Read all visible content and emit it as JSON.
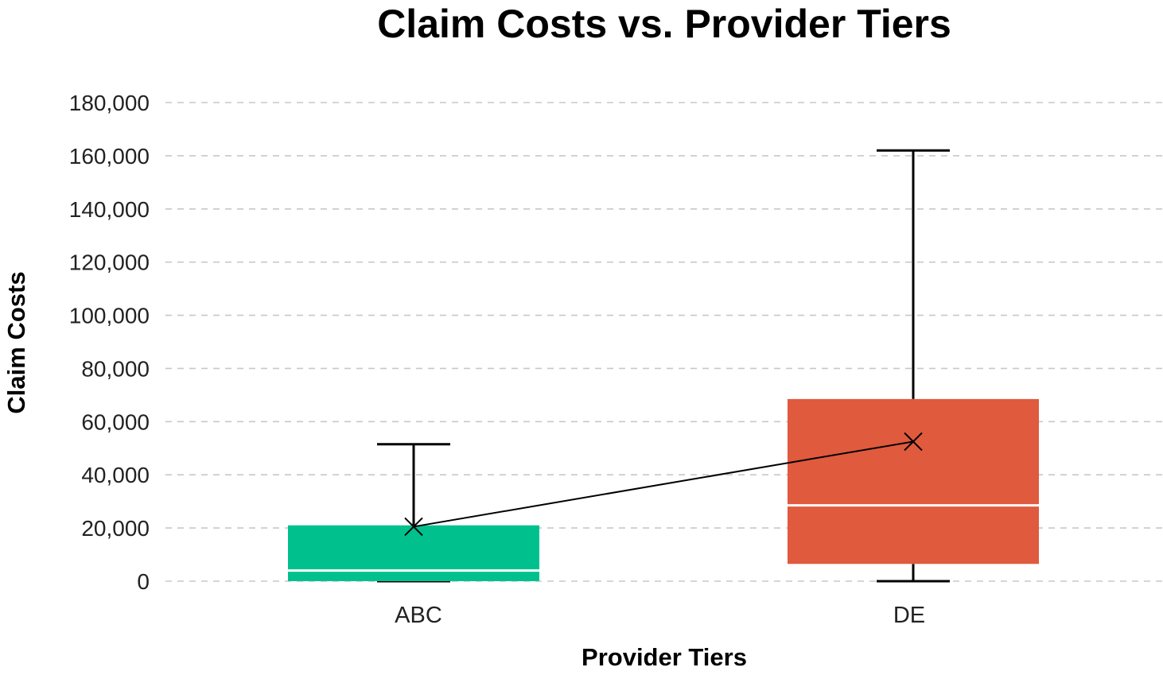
{
  "chart_data": {
    "type": "box",
    "title": "Claim Costs vs. Provider Tiers",
    "xlabel": "Provider Tiers",
    "ylabel": "Claim Costs",
    "ylim": [
      0,
      180000
    ],
    "yticks": [
      0,
      20000,
      40000,
      60000,
      80000,
      100000,
      120000,
      140000,
      160000,
      180000
    ],
    "ytick_labels": [
      "0",
      "20,000",
      "40,000",
      "60,000",
      "80,000",
      "100,000",
      "120,000",
      "140,000",
      "160,000",
      "180,000"
    ],
    "grid": "horizontal dashed",
    "categories": [
      "ABC",
      "DE"
    ],
    "boxes": [
      {
        "category": "ABC",
        "min": 0,
        "q1": 0,
        "median": 4000,
        "q3": 21000,
        "max": 51500,
        "mean": 20500,
        "color": "#00c18e"
      },
      {
        "category": "DE",
        "min": 0,
        "q1": 6500,
        "median": 28500,
        "q3": 68500,
        "max": 162000,
        "mean": 52500,
        "color": "#e05a3e"
      }
    ],
    "mean_line": true
  }
}
